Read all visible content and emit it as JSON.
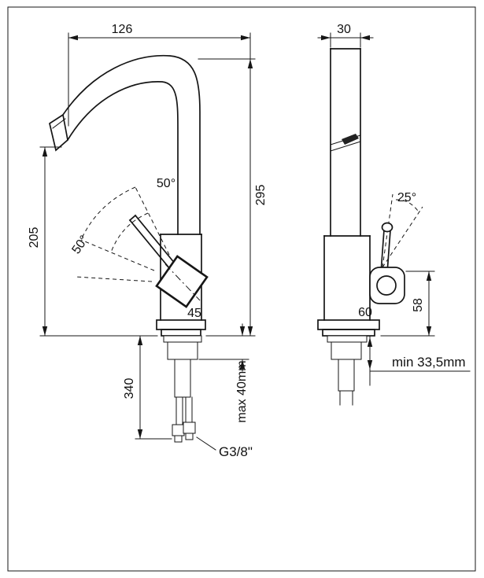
{
  "front_view": {
    "spout_reach": "126",
    "total_height": "295",
    "spout_outlet_height": "205",
    "swivel_angle_upper": "50°",
    "swivel_angle_lower": "50°",
    "base_width": "45",
    "hose_length": "340",
    "max_counter_thickness": "max 40mm",
    "thread_size": "G3/8\""
  },
  "side_view": {
    "spout_width": "30",
    "handle_angle": "25°",
    "base_depth": "60",
    "handle_height": "58",
    "min_clearance": "min 33,5mm"
  }
}
